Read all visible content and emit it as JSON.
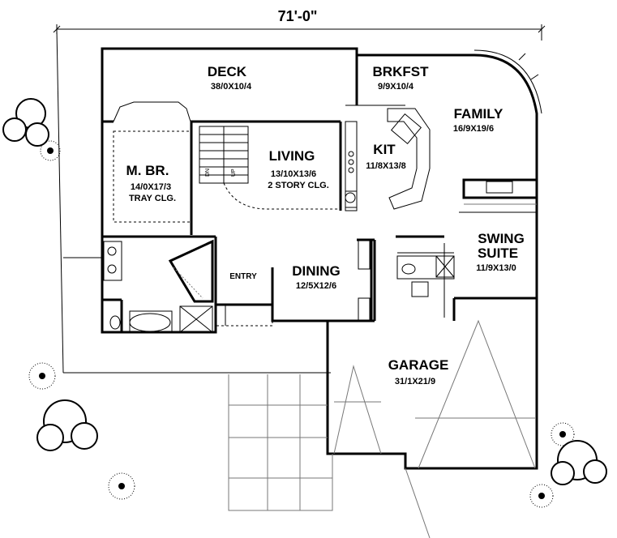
{
  "overall_width": "71'-0\"",
  "rooms": {
    "deck": {
      "name": "DECK",
      "dims": "38/0X10/4"
    },
    "brkfst": {
      "name": "BRKFST",
      "dims": "9/9X10/4"
    },
    "family": {
      "name": "FAMILY",
      "dims": "16/9X19/6"
    },
    "kit": {
      "name": "KIT",
      "dims": "11/8X13/8"
    },
    "living": {
      "name": "LIVING",
      "dims": "13/10X13/6",
      "note": "2 STORY CLG."
    },
    "mbr": {
      "name": "M. BR.",
      "dims": "14/0X17/3",
      "note": "TRAY CLG."
    },
    "swing_suite": {
      "name_line1": "SWING",
      "name_line2": "SUITE",
      "dims": "11/9X13/0"
    },
    "dining": {
      "name": "DINING",
      "dims": "12/5X12/6"
    },
    "entry": {
      "name": "ENTRY"
    },
    "garage": {
      "name": "GARAGE",
      "dims": "31/1X21/9"
    }
  },
  "stairs": {
    "dn": "DN",
    "up": "UP"
  }
}
